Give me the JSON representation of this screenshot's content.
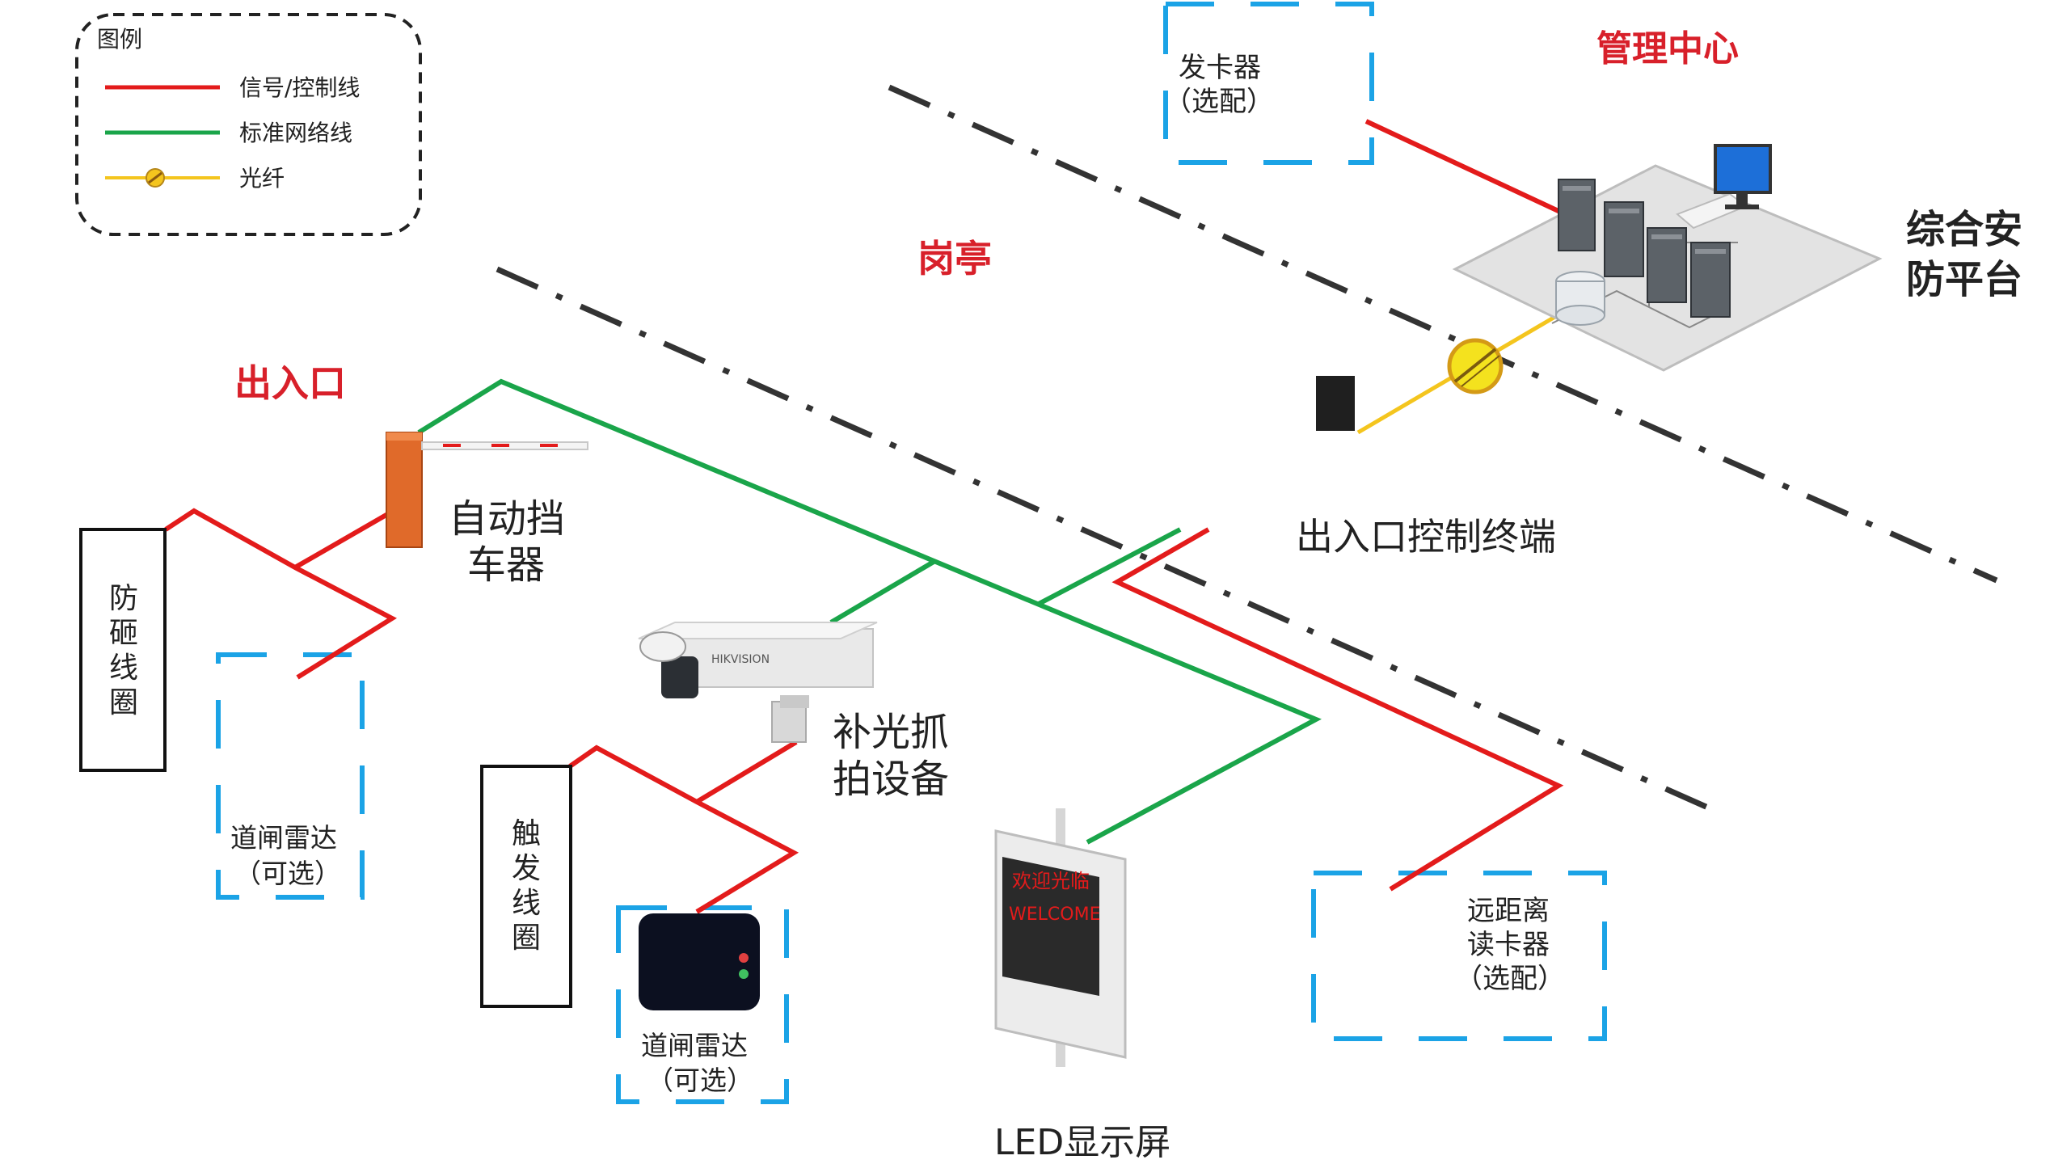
{
  "legend": {
    "title": "图例",
    "items": [
      {
        "label": "信号/控制线",
        "color": "#e31b1b"
      },
      {
        "label": "标准网络线",
        "color": "#1aa54a"
      },
      {
        "label": "光纤",
        "color": "#f4c51e"
      }
    ]
  },
  "zones": {
    "management": "管理中心",
    "booth": "岗亭",
    "entrance": "出入口"
  },
  "labels": {
    "card_issuer": [
      "发卡器",
      "（选配）"
    ],
    "security_platform": [
      "综合安",
      "防平台"
    ],
    "control_terminal": "出入口控制终端",
    "barrier": [
      "自动挡",
      "车器"
    ],
    "anti_smash_coil": [
      "防",
      "砸",
      "线",
      "圈"
    ],
    "radar_left": [
      "道闸雷达",
      "（可选）"
    ],
    "camera": [
      "补光抓",
      "拍设备"
    ],
    "trigger_coil": [
      "触",
      "发",
      "线",
      "圈"
    ],
    "radar_bottom": [
      "道闸雷达",
      "（可选）"
    ],
    "led_screen": "LED显示屏",
    "led_text": [
      "欢迎光临",
      "WELCOME"
    ],
    "remote_reader": [
      "远距离",
      "读卡器",
      "（选配）"
    ],
    "camera_brand": "HIKVISION"
  },
  "colors": {
    "signal": "#e31b1b",
    "network": "#1aa54a",
    "fiber": "#f4c51e",
    "dash_box": "#1ba3e6",
    "zone_text": "#d8202a"
  }
}
